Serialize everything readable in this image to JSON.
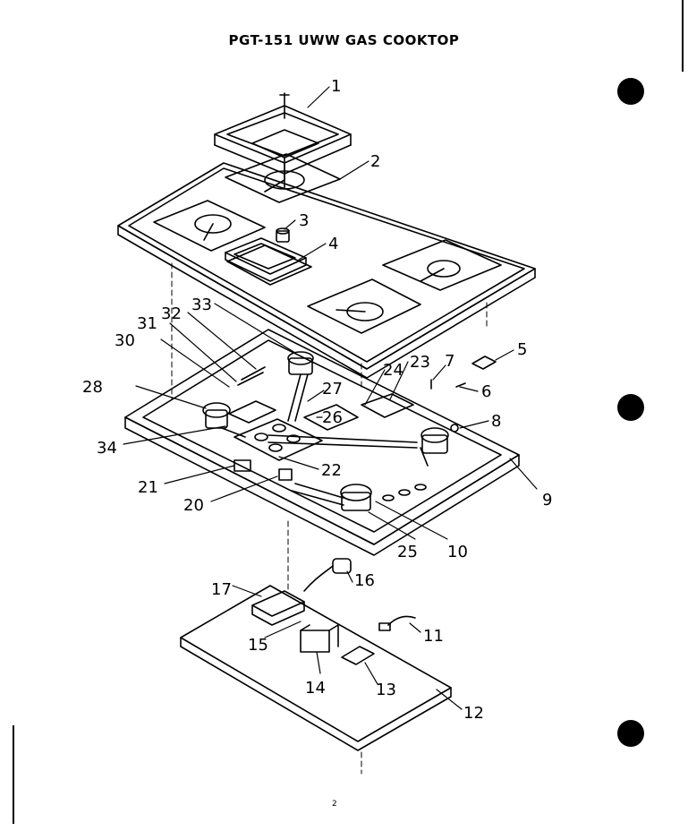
{
  "title": "PGT-151 UWW GAS COOKTOP",
  "page_number": "2",
  "callouts": [
    {
      "id": "c1",
      "text": "1"
    },
    {
      "id": "c2",
      "text": "2"
    },
    {
      "id": "c3",
      "text": "3"
    },
    {
      "id": "c4",
      "text": "4"
    },
    {
      "id": "c5",
      "text": "5"
    },
    {
      "id": "c6",
      "text": "6"
    },
    {
      "id": "c7",
      "text": "7"
    },
    {
      "id": "c8",
      "text": "8"
    },
    {
      "id": "c9",
      "text": "9"
    },
    {
      "id": "c10",
      "text": "10"
    },
    {
      "id": "c11",
      "text": "11"
    },
    {
      "id": "c12",
      "text": "12"
    },
    {
      "id": "c13",
      "text": "13"
    },
    {
      "id": "c14",
      "text": "14"
    },
    {
      "id": "c15",
      "text": "15"
    },
    {
      "id": "c16",
      "text": "16"
    },
    {
      "id": "c17",
      "text": "17"
    },
    {
      "id": "c20",
      "text": "20"
    },
    {
      "id": "c21",
      "text": "21"
    },
    {
      "id": "c22",
      "text": "22"
    },
    {
      "id": "c23",
      "text": "23"
    },
    {
      "id": "c24",
      "text": "24"
    },
    {
      "id": "c25",
      "text": "25"
    },
    {
      "id": "c26",
      "text": "26"
    },
    {
      "id": "c27",
      "text": "27"
    },
    {
      "id": "c28",
      "text": "28"
    },
    {
      "id": "c30",
      "text": "30"
    },
    {
      "id": "c31",
      "text": "31"
    },
    {
      "id": "c32",
      "text": "32"
    },
    {
      "id": "c33",
      "text": "33"
    },
    {
      "id": "c34",
      "text": "34"
    }
  ]
}
